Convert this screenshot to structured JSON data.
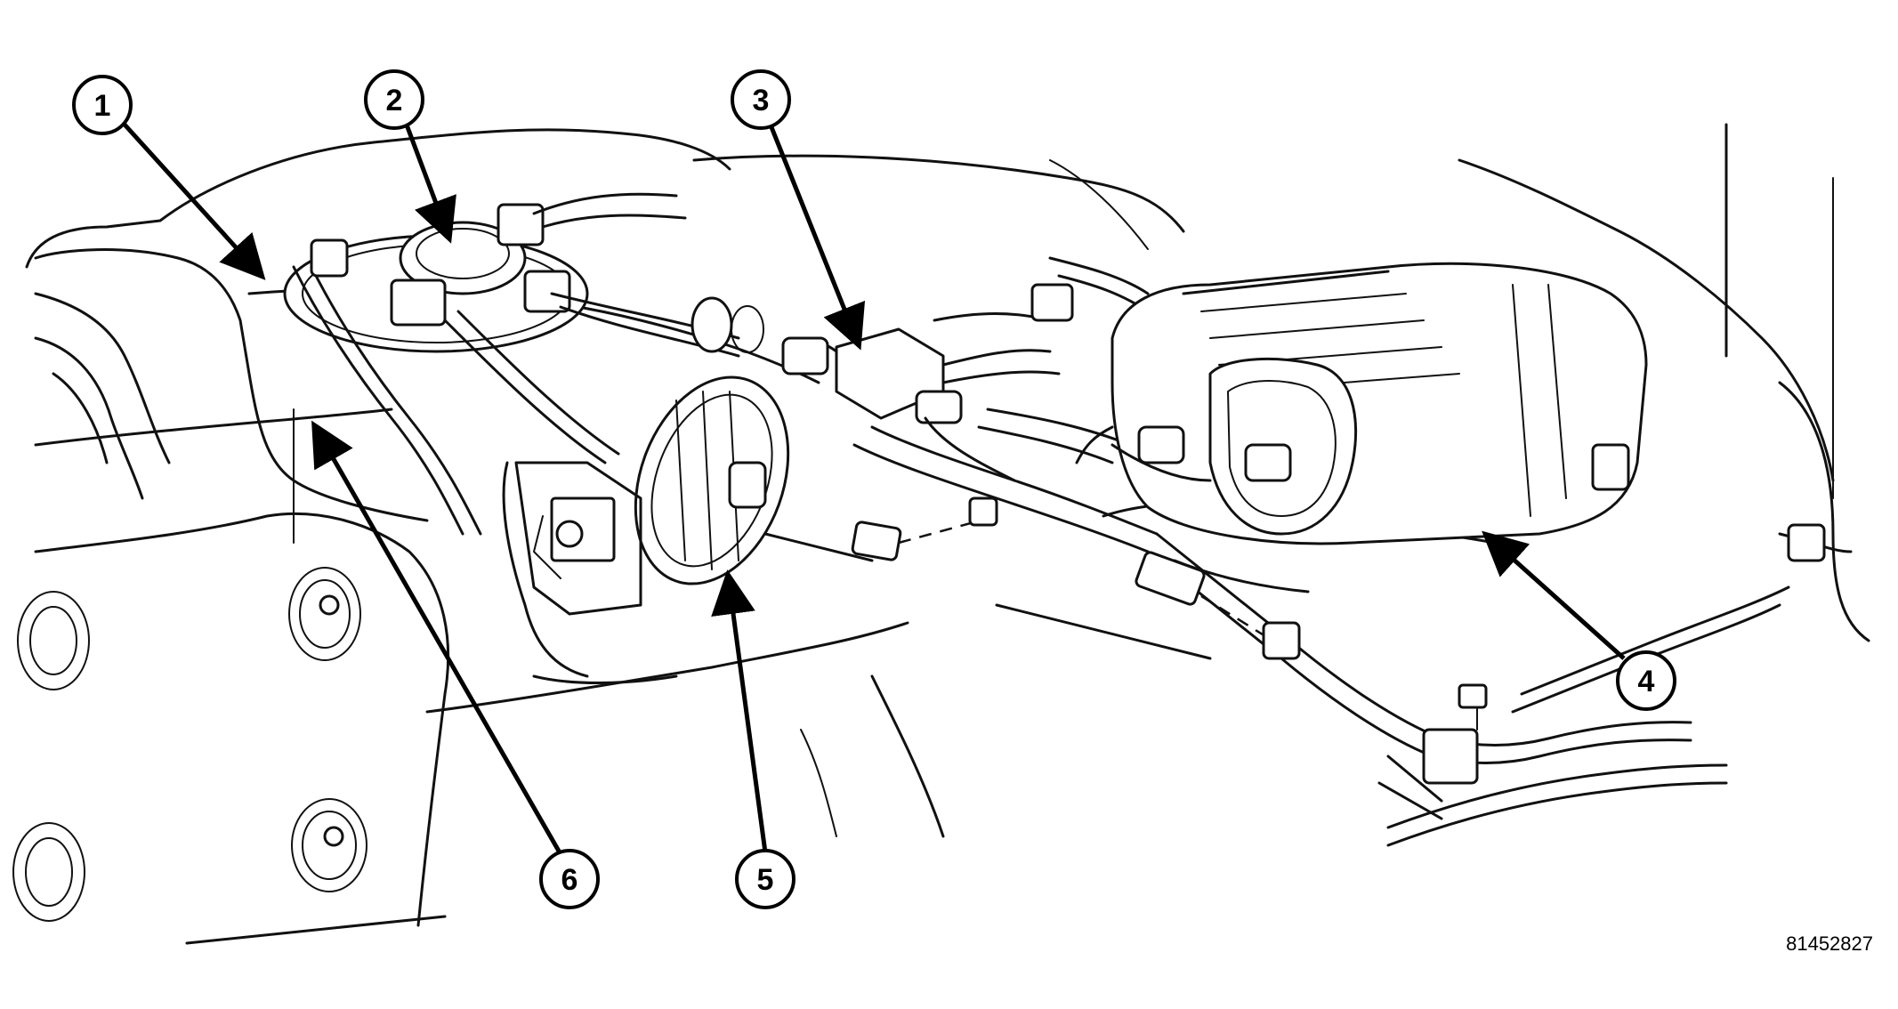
{
  "figure_id": "81452827",
  "callouts": [
    {
      "label": "1"
    },
    {
      "label": "2"
    },
    {
      "label": "3"
    },
    {
      "label": "4"
    },
    {
      "label": "5"
    },
    {
      "label": "6"
    }
  ]
}
